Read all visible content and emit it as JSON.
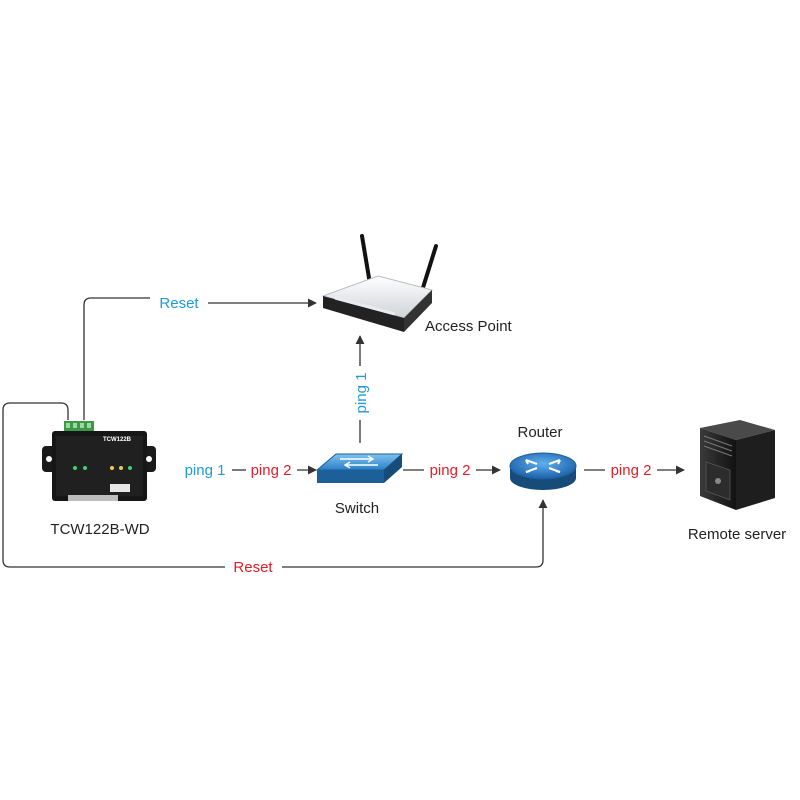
{
  "devices": {
    "controller": {
      "label": "TCW122B-WD",
      "model_text": "TCW122B",
      "icon": "controller-box-icon"
    },
    "access_point": {
      "label": "Access Point",
      "icon": "wireless-router-icon"
    },
    "switch": {
      "label": "Switch",
      "icon": "network-switch-icon"
    },
    "router": {
      "label": "Router",
      "icon": "router-icon"
    },
    "server": {
      "label": "Remote server",
      "icon": "server-tower-icon"
    }
  },
  "links": {
    "reset_to_ap": "Reset",
    "ping1_to_switch": "ping 1",
    "ping2_to_switch": "ping 2",
    "ping1_to_ap": "ping 1",
    "ping2_to_router": "ping 2",
    "ping2_to_server": "ping 2",
    "reset_to_router": "Reset"
  },
  "colors": {
    "ping1": "#1f9bd7",
    "ping2": "#e0202a",
    "reset_top": "#1f9bd7",
    "reset_bottom": "#e0202a",
    "wire": "#333333"
  }
}
